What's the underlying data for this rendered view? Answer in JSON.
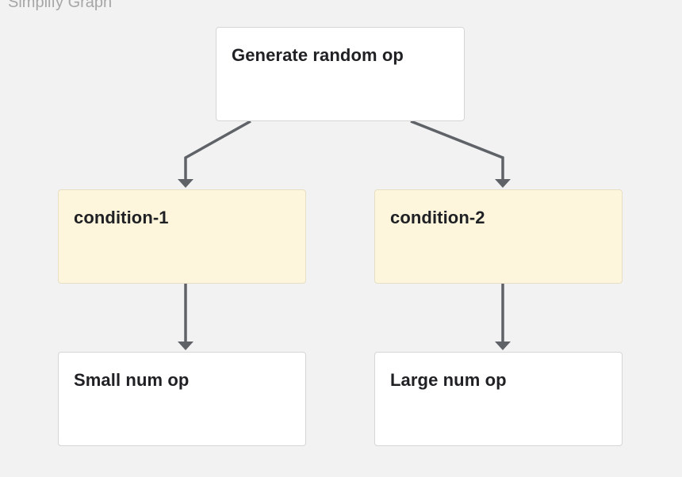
{
  "toolbar": {
    "simplify_label": "Simplify Graph"
  },
  "graph": {
    "nodes": {
      "generate": {
        "label": "Generate random op",
        "kind": "op"
      },
      "condition_1": {
        "label": "condition-1",
        "kind": "condition"
      },
      "condition_2": {
        "label": "condition-2",
        "kind": "condition"
      },
      "small": {
        "label": "Small num op",
        "kind": "op"
      },
      "large": {
        "label": "Large num op",
        "kind": "op"
      }
    },
    "edges": [
      {
        "from": "generate",
        "to": "condition_1"
      },
      {
        "from": "generate",
        "to": "condition_2"
      },
      {
        "from": "condition_1",
        "to": "small"
      },
      {
        "from": "condition_2",
        "to": "large"
      }
    ]
  },
  "colors": {
    "canvas_background": "#f2f2f2",
    "op_node_background": "#ffffff",
    "condition_node_background": "#fdf6dc",
    "edge": "#5f6368",
    "toolbar_text": "#a6a6a6"
  }
}
